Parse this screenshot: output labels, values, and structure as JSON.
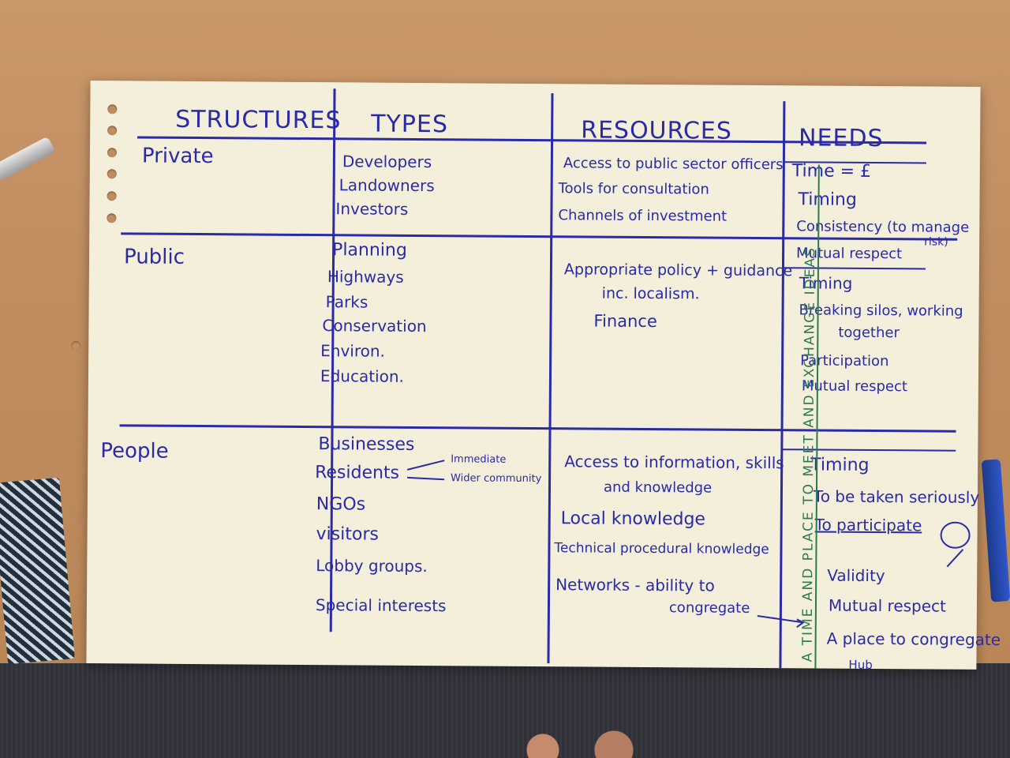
{
  "headers": {
    "structures": "STRUCTURES",
    "types": "TYPES",
    "resources": "RESOURCES",
    "needs": "NEEDS"
  },
  "rows": {
    "private": {
      "label": "Private",
      "types": [
        "Developers",
        "Landowners",
        "Investors"
      ],
      "resources": [
        "Access to public sector officers",
        "Tools for consultation",
        "Channels of investment"
      ],
      "needs": [
        "Time = £",
        "Timing",
        "Consistency (to manage",
        "risk)",
        "Mutual respect"
      ]
    },
    "public": {
      "label": "Public",
      "types": [
        "Planning",
        "Highways",
        "Parks",
        "Conservation",
        "Environ.",
        "Education."
      ],
      "resources": [
        "Appropriate policy + guidance",
        "inc. localism.",
        "Finance"
      ],
      "needs": [
        "Timing",
        "Breaking silos, working",
        "together",
        "Participation",
        "Mutual respect"
      ]
    },
    "people": {
      "label": "People",
      "types": [
        "Businesses",
        "Residents",
        "NGOs",
        "visitors",
        "Lobby groups.",
        "Special interests"
      ],
      "residents_branches": [
        "Immediate",
        "Wider community"
      ],
      "resources": [
        "Access to information, skills",
        "and knowledge",
        "Local knowledge",
        "Technical procedural knowledge",
        "Networks - ability to",
        "congregate"
      ],
      "needs": [
        "Timing",
        "To be taken seriously",
        "To participate",
        "Validity",
        "Mutual respect",
        "A place to congregate",
        "Hub"
      ]
    }
  },
  "vertical_note": "A TIME AND PLACE TO MEET AND EXCHANGE IDEAS",
  "colors": {
    "ink": "#2a2aa8",
    "green_ink": "#2d7a4e",
    "paper": "#f3efda",
    "table": "#c08d60"
  }
}
